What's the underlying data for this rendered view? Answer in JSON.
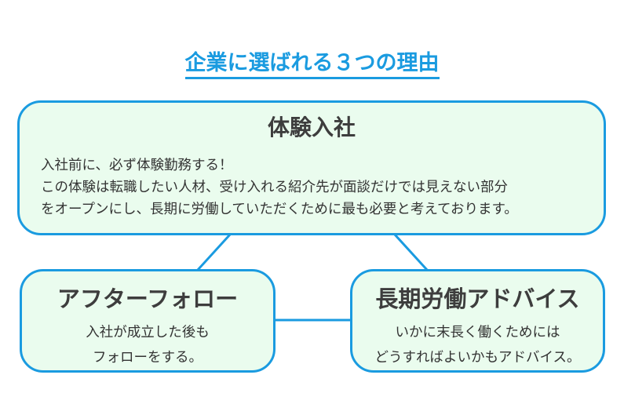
{
  "title": "企業に選ばれる３つの理由",
  "main": {
    "heading": "体験入社",
    "lines": [
      "入社前に、必ず体験勤務する！",
      "この体験は転職したい人材、受け入れる紹介先が面談だけでは見えない部分",
      "をオープンにし、長期に労働していただくために最も必要と考えております。"
    ]
  },
  "follow": {
    "heading": "アフターフォロー",
    "lines": [
      "入社が成立した後も",
      "フォローをする。"
    ]
  },
  "advice": {
    "heading": "長期労働アドバイス",
    "lines": [
      "いかに末長く働くためには",
      "どうすればよいかもアドバイス。"
    ]
  },
  "colors": {
    "accent": "#1a9be0",
    "box_fill": "#eafcee",
    "text": "#333333"
  }
}
